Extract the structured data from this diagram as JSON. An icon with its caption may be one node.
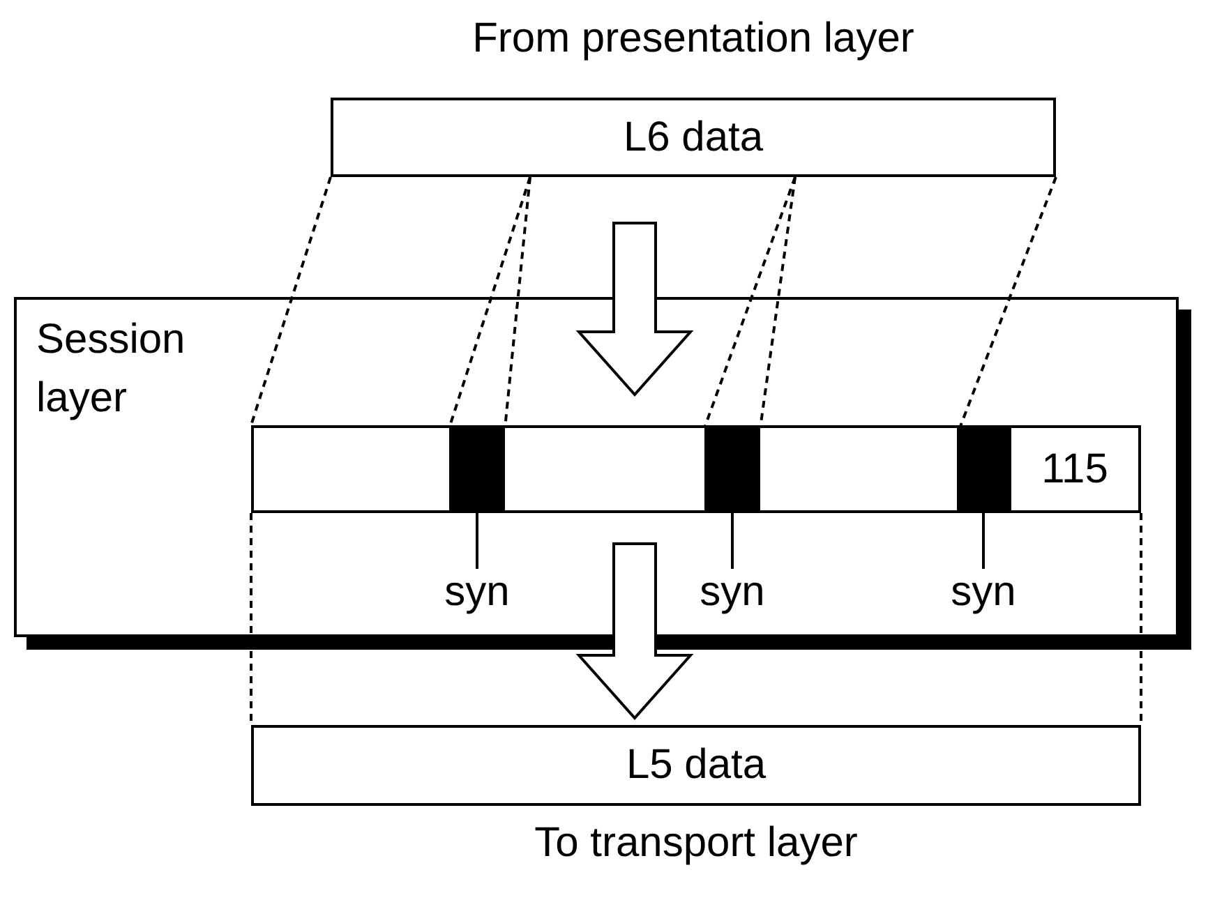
{
  "diagram": {
    "nodes": [
      {
        "text": [
          "L6 data"
        ],
        "beside": [
          "From presentation layer"
        ]
      },
      {
        "text": [
          "Session layer"
        ]
      },
      {
        "text": [],
        "shape": "bar",
        "in": 1
      },
      {
        "text": [],
        "shape": "box",
        "in": 2
      },
      {
        "text": [],
        "shape": "box",
        "in": 2
      },
      {
        "text": [],
        "shape": "box",
        "in": 2
      },
      {
        "text": [
          "115"
        ],
        "in": 2
      },
      {
        "text": [
          "syn"
        ],
        "in": 1
      },
      {
        "text": [
          "syn"
        ],
        "in": 1
      },
      {
        "text": [
          "syn"
        ],
        "in": 1
      },
      {
        "text": [
          "L5 data"
        ],
        "beside": [
          "To transport layer"
        ]
      }
    ],
    "edges": [
      {
        "from": 0,
        "to": 2,
        "arrow": "none",
        "style": "dashed"
      },
      {
        "from": 0,
        "to": 3,
        "arrow": "none",
        "style": "dashed"
      },
      {
        "from": 0,
        "to": 3,
        "arrow": "none",
        "style": "dashed"
      },
      {
        "from": 0,
        "to": 4,
        "arrow": "none",
        "style": "dashed"
      },
      {
        "from": 0,
        "to": 4,
        "arrow": "none",
        "style": "dashed"
      },
      {
        "from": 0,
        "to": 5,
        "arrow": "none",
        "style": "dashed"
      },
      {
        "from": 0,
        "to": 2,
        "arrow": "to",
        "style": "thick"
      },
      {
        "from": 7,
        "to": 3,
        "arrow": "none"
      },
      {
        "from": 8,
        "to": 4,
        "arrow": "none"
      },
      {
        "from": 9,
        "to": 5,
        "arrow": "none"
      },
      {
        "from": 2,
        "to": 10,
        "arrow": "none",
        "style": "dashed"
      },
      {
        "from": 2,
        "to": 10,
        "arrow": "none",
        "style": "dashed"
      },
      {
        "from": 2,
        "to": 10,
        "arrow": "to",
        "style": "thick"
      }
    ]
  }
}
